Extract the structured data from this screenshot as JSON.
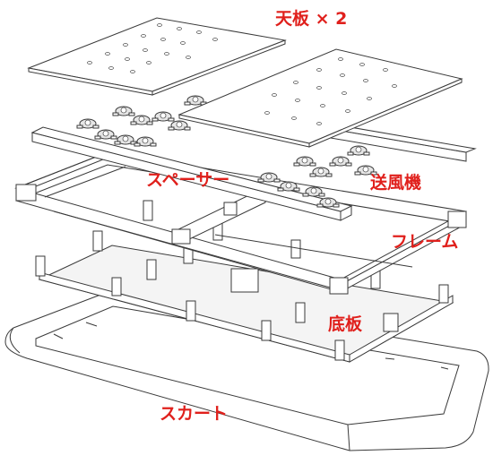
{
  "labels": {
    "top_plate": "天板 × 2",
    "spacer": "スペーサー",
    "blower": "送風機",
    "frame": "フレーム",
    "bottom_plate": "底板",
    "skirt": "スカート"
  },
  "colors": {
    "label": "#e0201c",
    "line": "#3a3a3a",
    "background": "#ffffff"
  }
}
